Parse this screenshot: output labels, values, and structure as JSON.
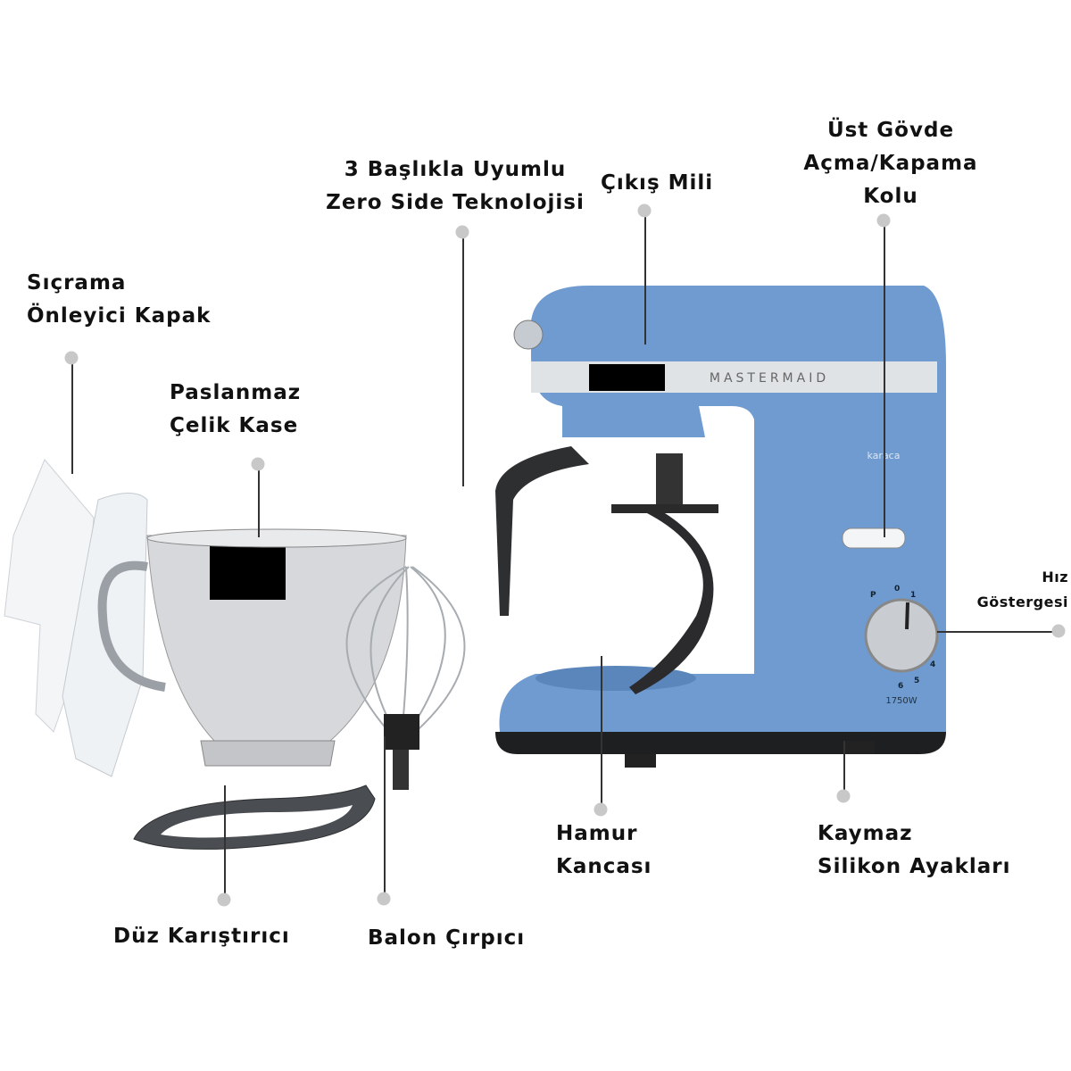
{
  "callouts": {
    "zero_side": [
      "3 Başlıkla Uyumlu",
      "Zero Side Teknolojisi"
    ],
    "output_shaft": [
      "Çıkış Mili"
    ],
    "head_lever": [
      "Üst Gövde",
      "Açma/Kapama",
      "Kolu"
    ],
    "splash_guard": [
      "Sıçrama",
      "Önleyici Kapak"
    ],
    "steel_bowl": [
      "Paslanmaz",
      "Çelik Kase"
    ],
    "speed_indicator": [
      "Hız",
      "Göstergesi"
    ],
    "dough_hook": [
      "Hamur",
      "Kancası"
    ],
    "silicone_feet": [
      "Kaymaz",
      "Silikon Ayakları"
    ],
    "flat_beater": [
      "Düz Karıştırıcı"
    ],
    "balloon_whisk": [
      "Balon Çırpıcı"
    ]
  },
  "product": {
    "brand_band": "MASTERMAID",
    "maker_logo": "karaca",
    "power": "1750W",
    "dial_marks": [
      "P",
      "0",
      "1",
      "4",
      "5",
      "6"
    ],
    "body_color": "#6f9bd0"
  }
}
